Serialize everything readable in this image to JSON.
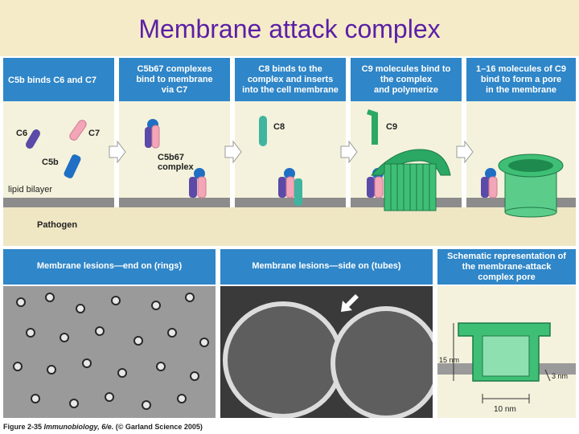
{
  "title": "Membrane attack complex",
  "panels": [
    {
      "header": [
        "C5b binds C6 and C7"
      ],
      "labels": {
        "c6": "C6",
        "c7": "C7",
        "c5b": "C5b",
        "bilayer": "lipid bilayer",
        "pathogen": "Pathogen"
      }
    },
    {
      "header": [
        "C5b67 complexes",
        "bind to membrane",
        "via C7"
      ],
      "labels": {
        "complex": "C5b67",
        "complex2": "complex"
      }
    },
    {
      "header": [
        "C8 binds to the",
        "complex and inserts",
        "into the cell membrane"
      ],
      "labels": {
        "c8": "C8"
      }
    },
    {
      "header": [
        "C9 molecules bind to",
        "the complex",
        "and polymerize"
      ],
      "labels": {
        "c9": "C9"
      }
    },
    {
      "header": [
        "1–16 molecules of C9",
        "bind to form a pore",
        "in the membrane"
      ]
    }
  ],
  "bottom": {
    "rings_header": "Membrane lesions—end on (rings)",
    "tubes_header": "Membrane lesions—side on (tubes)",
    "schematic_header": [
      "Schematic representation of",
      "the membrane-attack",
      "complex pore"
    ],
    "dim_height": "15 nm",
    "dim_thickness": "3 nm",
    "dim_width": "10 nm"
  },
  "caption": {
    "figure": "Figure 2-35",
    "book": "Immunobiology, 6/e.",
    "credit": "(© Garland Science 2005)"
  },
  "colors": {
    "title": "#5b1fa6",
    "header": "#2f86c8",
    "panel_bg": "#f4f2dc",
    "c6": "#5b4aa8",
    "c7": "#f2a6b8",
    "c5b": "#1f6fc4",
    "c8": "#3fb5a0",
    "c9": "#2aa864",
    "membrane": "#8c8c8c"
  }
}
